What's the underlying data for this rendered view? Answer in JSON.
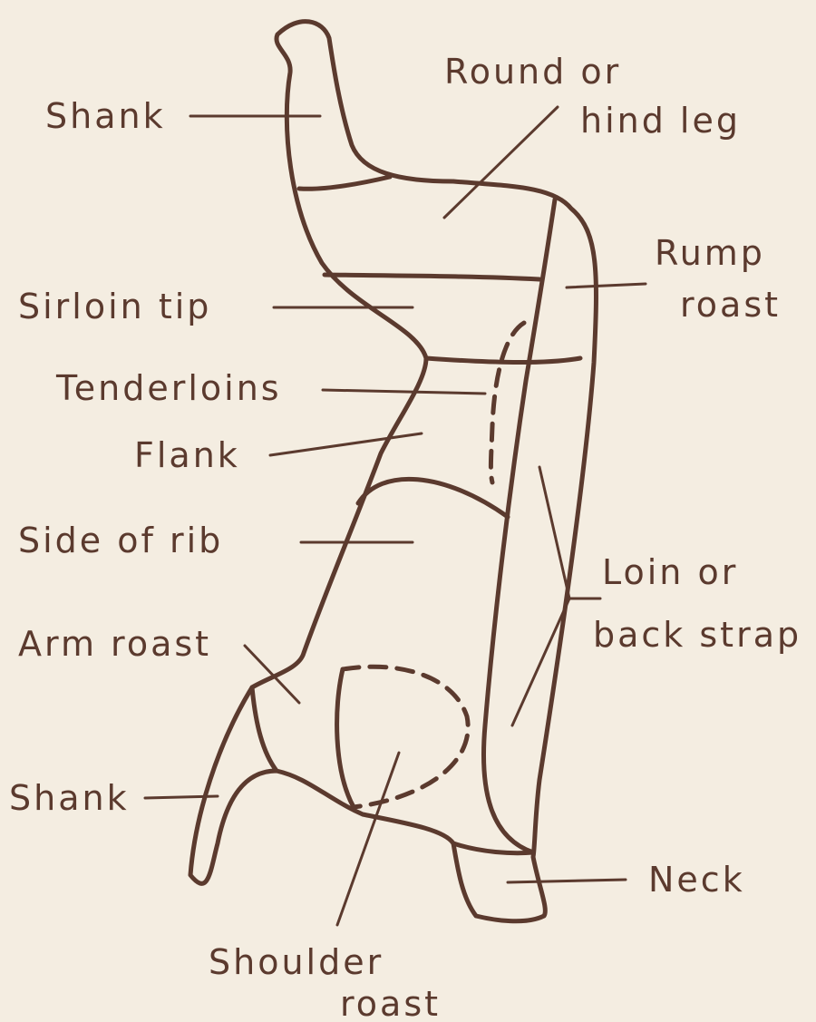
{
  "labels": {
    "shank_top": "Shank",
    "round_line1": "Round or",
    "round_line2": "hind leg",
    "rump_line1": "Rump",
    "rump_line2": "roast",
    "sirloin_tip": "Sirloin tip",
    "tenderloins": "Tenderloins",
    "flank": "Flank",
    "side_of_rib": "Side of rib",
    "loin_line1": "Loin or",
    "loin_line2": "back strap",
    "arm_roast": "Arm roast",
    "shank_bottom": "Shank",
    "neck": "Neck",
    "shoulder_line1": "Shoulder",
    "shoulder_line2": "roast"
  },
  "colors": {
    "background": "#f4ede1",
    "ink": "#5b3a2e"
  }
}
